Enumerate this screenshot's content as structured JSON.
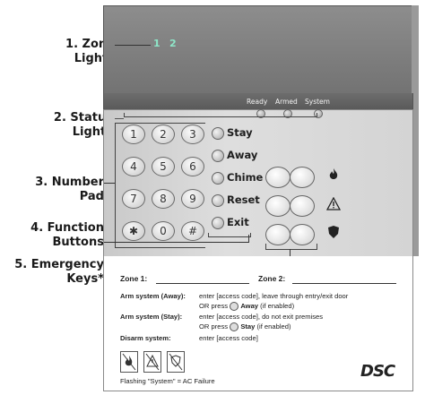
{
  "callouts": {
    "zone_lights": "1. Zone\nLights",
    "status_lights": "2. Status\nLights",
    "number_pad": "3. Number\nPad",
    "function_buttons": "4. Function\nButtons",
    "emergency_keys": "5. Emergency\nKeys*"
  },
  "zone_lights": [
    "1",
    "2"
  ],
  "status_lights": [
    "Ready",
    "Armed",
    "System"
  ],
  "number_keys": [
    "1",
    "2",
    "3",
    "4",
    "5",
    "6",
    "7",
    "8",
    "9",
    "✱",
    "0",
    "#"
  ],
  "function_keys": [
    "Stay",
    "Away",
    "Chime",
    "Reset",
    "Exit"
  ],
  "emergency_icons": [
    "fire-icon",
    "warning-icon",
    "police-badge-icon"
  ],
  "card": {
    "zone1_label": "Zone 1:",
    "zone2_label": "Zone 2:",
    "arm_away_label": "Arm system (Away):",
    "arm_away_line1": "enter [access code], leave through entry/exit door",
    "arm_away_line2a": "OR press",
    "arm_away_key": "Away",
    "arm_away_line2b": "(if enabled)",
    "arm_stay_label": "Arm system (Stay):",
    "arm_stay_line1": "enter [access code], do not exit premises",
    "arm_stay_line2a": "OR press",
    "arm_stay_key": "Stay",
    "arm_stay_line2b": "(if enabled)",
    "disarm_label": "Disarm system:",
    "disarm_line": "enter [access code]",
    "footer": "Flashing \"System\" = AC Failure",
    "brand": "DSC"
  },
  "colors": {
    "zone_light": "#8ee6c8",
    "panel_dark": "#7a7a7a",
    "face": "#d4d4d4"
  }
}
